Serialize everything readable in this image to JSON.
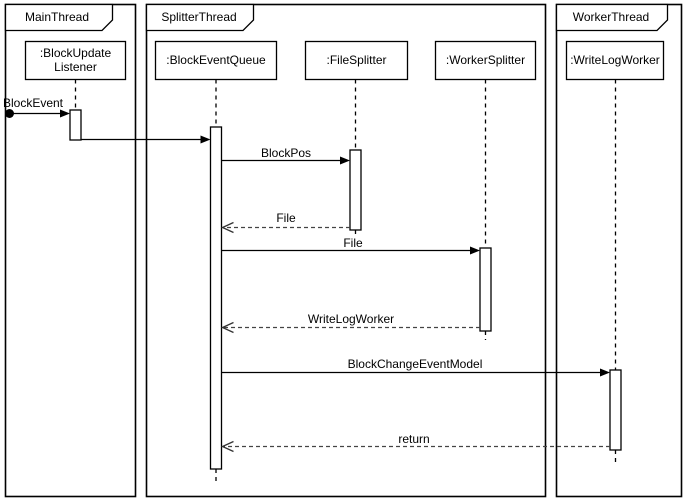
{
  "diagram": {
    "type": "uml-sequence-diagram",
    "colors": {
      "stroke": "#000000",
      "background": "#ffffff",
      "return_dash": "#444444"
    },
    "frames": [
      {
        "label": "MainThread"
      },
      {
        "label": "SplitterThread"
      },
      {
        "label": "WorkerThread"
      }
    ],
    "lifelines": [
      {
        "label": ":BlockUpdateListener",
        "lines": [
          ":BlockUpdate",
          "Listener"
        ],
        "frame": "MainThread"
      },
      {
        "label": ":BlockEventQueue",
        "lines": [
          ":BlockEventQueue"
        ],
        "frame": "SplitterThread"
      },
      {
        "label": ":FileSplitter",
        "lines": [
          ":FileSplitter"
        ],
        "frame": "SplitterThread"
      },
      {
        "label": ":WorkerSplitter",
        "lines": [
          ":WorkerSplitter"
        ],
        "frame": "SplitterThread"
      },
      {
        "label": ":WriteLogWorker",
        "lines": [
          ":WriteLogWorker"
        ],
        "frame": "WorkerThread"
      }
    ],
    "messages": [
      {
        "label": "BlockEvent",
        "from": "found",
        "to": ":BlockUpdateListener",
        "kind": "found-solid"
      },
      {
        "label": "",
        "from": ":BlockUpdateListener",
        "to": ":BlockEventQueue",
        "kind": "solid"
      },
      {
        "label": "BlockPos",
        "from": ":BlockEventQueue",
        "to": ":FileSplitter",
        "kind": "solid"
      },
      {
        "label": "File",
        "from": ":FileSplitter",
        "to": ":BlockEventQueue",
        "kind": "dashed-return"
      },
      {
        "label": "File",
        "from": ":BlockEventQueue",
        "to": ":WorkerSplitter",
        "kind": "solid"
      },
      {
        "label": "WriteLogWorker",
        "from": ":WorkerSplitter",
        "to": ":BlockEventQueue",
        "kind": "dashed-return"
      },
      {
        "label": "BlockChangeEventModel",
        "from": ":BlockEventQueue",
        "to": ":WriteLogWorker",
        "kind": "solid"
      },
      {
        "label": "return",
        "from": ":WriteLogWorker",
        "to": ":BlockEventQueue",
        "kind": "dashed-return"
      }
    ]
  }
}
